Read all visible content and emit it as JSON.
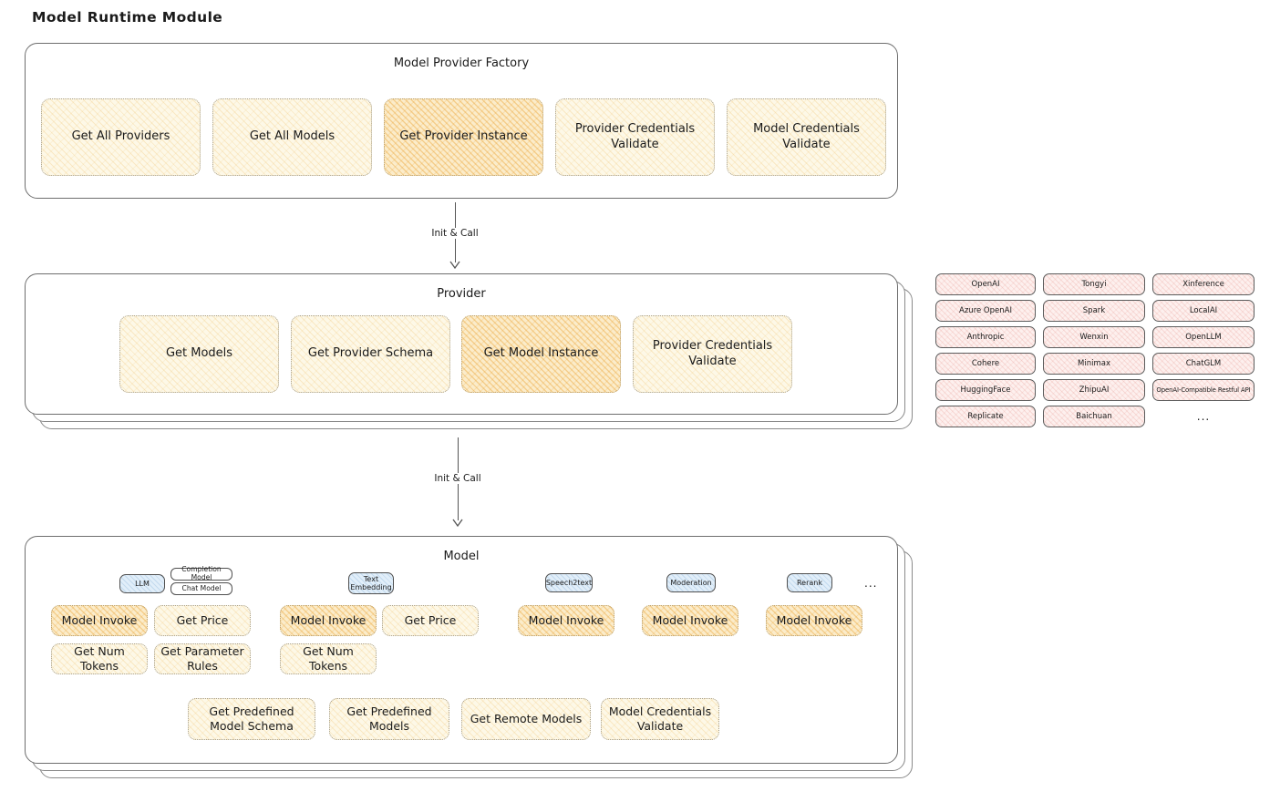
{
  "page": {
    "title": "Model Runtime Module"
  },
  "colors": {
    "node_yellow": "#fdf8e7",
    "node_highlight_orange": "#fbecca",
    "tag_blue": "#e1eef9",
    "provider_pink": "#fdf0ee",
    "border_gray": "#6e6e6e",
    "text": "#1b1b1b"
  },
  "factory": {
    "title": "Model Provider Factory",
    "buttons": [
      {
        "label": "Get All Providers",
        "highlighted": false
      },
      {
        "label": "Get All Models",
        "highlighted": false
      },
      {
        "label": "Get Provider Instance",
        "highlighted": true
      },
      {
        "label": "Provider Credentials Validate",
        "highlighted": false
      },
      {
        "label": "Model Credentials Validate",
        "highlighted": false
      }
    ]
  },
  "arrows": [
    {
      "label": "Init & Call"
    },
    {
      "label": "Init & Call"
    }
  ],
  "provider": {
    "title": "Provider",
    "buttons": [
      {
        "label": "Get Models",
        "highlighted": false
      },
      {
        "label": "Get Provider Schema",
        "highlighted": false
      },
      {
        "label": "Get Model Instance",
        "highlighted": true
      },
      {
        "label": "Provider Credentials Validate",
        "highlighted": false
      }
    ]
  },
  "provider_list": {
    "rows": [
      [
        "OpenAI",
        "Tongyi",
        "Xinference"
      ],
      [
        "Azure OpenAI",
        "Spark",
        "LocalAI"
      ],
      [
        "Anthropic",
        "Wenxin",
        "OpenLLM"
      ],
      [
        "Cohere",
        "Minimax",
        "ChatGLM"
      ],
      [
        "HuggingFace",
        "ZhipuAI",
        "OpenAI-Compatible Restful API"
      ],
      [
        "Replicate",
        "Baichuan"
      ]
    ],
    "more_label": "..."
  },
  "model": {
    "title": "Model",
    "groups": [
      {
        "tag": "LLM",
        "subtags": [
          "Completion Model",
          "Chat Model"
        ],
        "buttons": [
          "Model Invoke",
          "Get Price",
          "Get Num Tokens",
          "Get Parameter Rules"
        ]
      },
      {
        "tag": "Text Embedding",
        "buttons": [
          "Model Invoke",
          "Get Price",
          "Get Num Tokens"
        ]
      },
      {
        "tag": "Speech2text",
        "buttons": [
          "Model Invoke"
        ]
      },
      {
        "tag": "Moderation",
        "buttons": [
          "Model Invoke"
        ]
      },
      {
        "tag": "Rerank",
        "buttons": [
          "Model Invoke"
        ]
      }
    ],
    "more_label": "...",
    "bottom_buttons": [
      "Get Predefined Model Schema",
      "Get Predefined Models",
      "Get Remote Models",
      "Model Credentials Validate"
    ]
  }
}
